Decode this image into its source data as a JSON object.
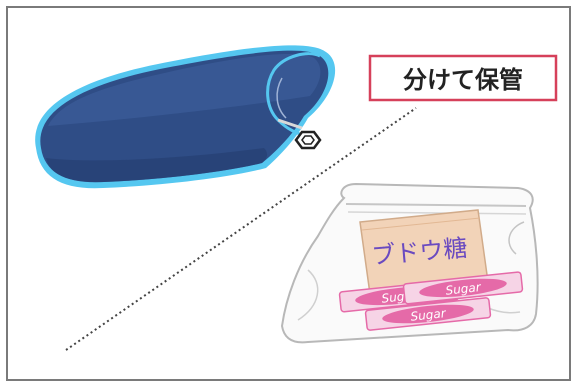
{
  "caption": {
    "text": "分けて保管",
    "border_color": "#d6405a",
    "text_color": "#222222"
  },
  "packet_label": "ブドウ糖",
  "sticks": [
    {
      "label": "Sugar"
    },
    {
      "label": "Sugar"
    },
    {
      "label": "Sugar"
    }
  ],
  "colors": {
    "pouch_body": "#2f4d86",
    "pouch_outline": "#55c7f0",
    "stick_pink": "#e56aa8",
    "packet_tan": "#f2d3b8",
    "packet_text": "#6a4ac0",
    "bag_outline": "#b8b8b8"
  }
}
